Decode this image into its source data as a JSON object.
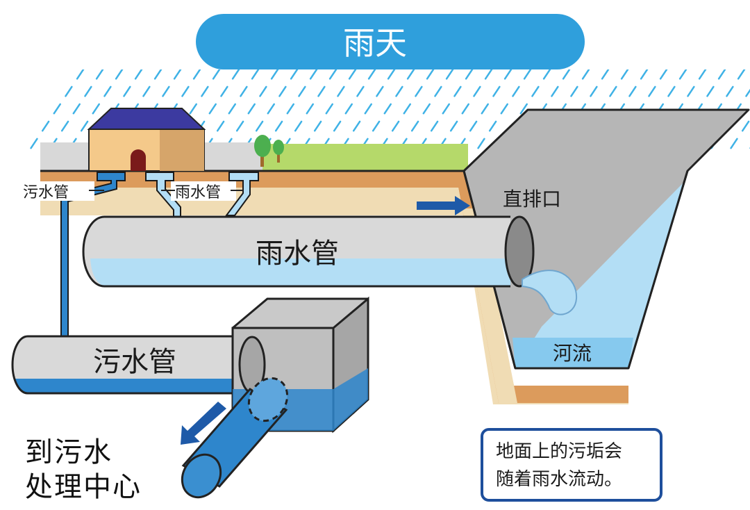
{
  "title": "雨天",
  "labels": {
    "sewage_pipe_small": "污水管",
    "rain_pipe_small": "雨水管",
    "outfall": "直排口",
    "rain_pipe_main": "雨水管",
    "sewage_pipe_main": "污水管",
    "river": "河流"
  },
  "destination": {
    "line1": "到污水",
    "line2": "处理中心"
  },
  "note": {
    "line1": "地面上的污垢会",
    "line2": "随着雨水流动。"
  },
  "colors": {
    "title_bg": "#2f9fdc",
    "rain": "#3fb2e6",
    "water": "#b3def5",
    "sewage": "#2e86cc",
    "arrow": "#1e5aa8",
    "soil_orange": "#dc9b5c",
    "soil_tan": "#f0dcb4",
    "grass": "#b5d96a",
    "river_bank": "#b6b6b6",
    "pipe_grey": "#d9d9d9"
  }
}
